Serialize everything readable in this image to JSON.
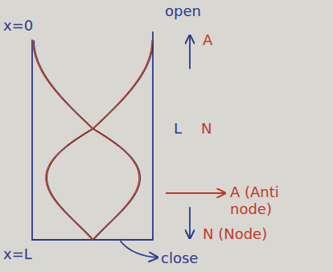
{
  "diagram": {
    "labels": [
      "x=0",
      "open",
      "A",
      "L",
      "N",
      "A (Anti node)",
      "N (Node)",
      "x=L",
      "close"
    ]
  }
}
